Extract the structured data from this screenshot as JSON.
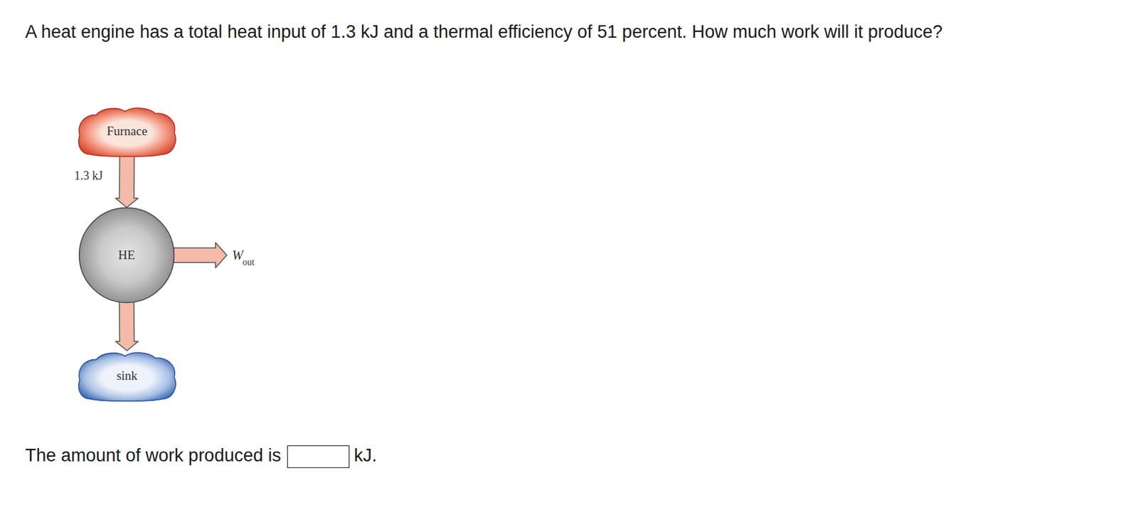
{
  "diagram": {
    "title": "A heat engine has a total heat input of 1.3 kJ and a thermal efficiency of 51 percent. How much work will it produce?",
    "nodes": [
      {
        "text": [
          "Furnace"
        ]
      },
      {
        "text": [
          "HE"
        ]
      },
      {
        "text": [
          "sink"
        ]
      }
    ],
    "edges": [
      {
        "from": 0,
        "to": 1,
        "arrow": "to"
      },
      {
        "from": 1,
        "to": 2,
        "arrow": "to"
      }
    ],
    "labels": [
      "1.3 kJ",
      "W",
      "out",
      "The amount of work produced is",
      "kJ."
    ]
  }
}
